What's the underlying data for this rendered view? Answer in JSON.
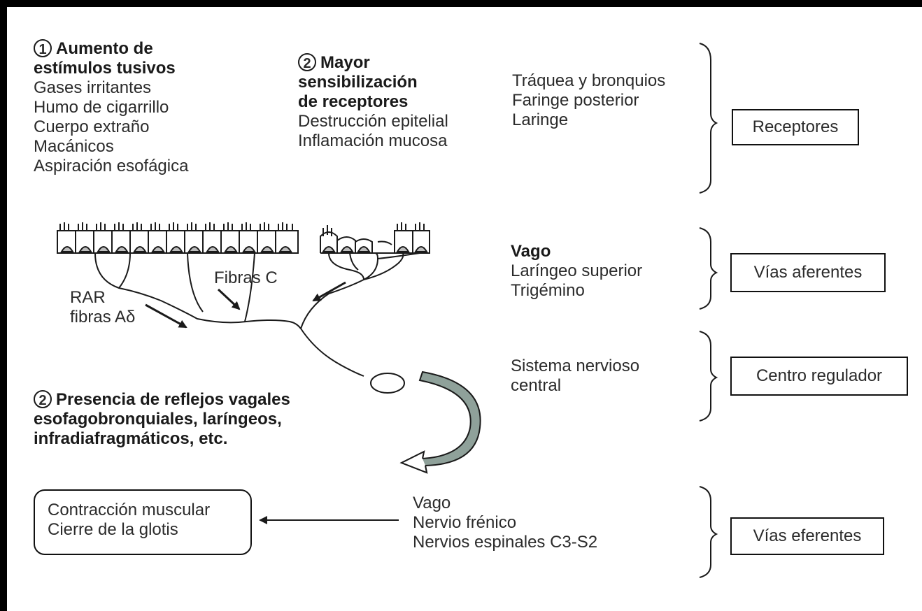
{
  "factor_1": {
    "number": "1",
    "title_line1": "Aumento de",
    "title_line2": "estímulos tusivos",
    "items": [
      "Gases irritantes",
      "Humo de cigarrillo",
      "Cuerpo extraño",
      "Macánicos",
      "Aspiración esofágica"
    ]
  },
  "factor_2a": {
    "number": "2",
    "title_line1": "Mayor",
    "title_line2": "sensibilización",
    "title_line3": "de receptores",
    "items": [
      "Destrucción epitelial",
      "Inflamación mucosa"
    ]
  },
  "factor_2b": {
    "number": "2",
    "title_line1": "Presencia de reflejos vagales",
    "title_line2": "esofagobronquiales, laríngeos,",
    "title_line3": "infradiafragmáticos, etc."
  },
  "receptors": {
    "items": [
      "Tráquea y bronquios",
      "Faringe posterior",
      "Laringe"
    ],
    "box": "Receptores"
  },
  "afferent": {
    "title": "Vago",
    "items": [
      "Laríngeo superior",
      "Trigémino"
    ],
    "box": "Vías aferentes"
  },
  "center": {
    "items": [
      "Sistema nervioso",
      "central"
    ],
    "box": "Centro regulador"
  },
  "efferent": {
    "items": [
      "Vago",
      "Nervio frénico",
      "Nervios espinales C3-S2"
    ],
    "box": "Vías eferentes"
  },
  "fiber_labels": {
    "fibras_c": "Fibras C",
    "rar_line1": "RAR",
    "rar_line2": "fibras Aδ"
  },
  "response": {
    "line1": "Contracción muscular",
    "line2": "Cierre de la glotis"
  },
  "colors": {
    "frame": "#000000",
    "cells": "#bdbdbd",
    "curved_arrow": "#8fa19a"
  }
}
